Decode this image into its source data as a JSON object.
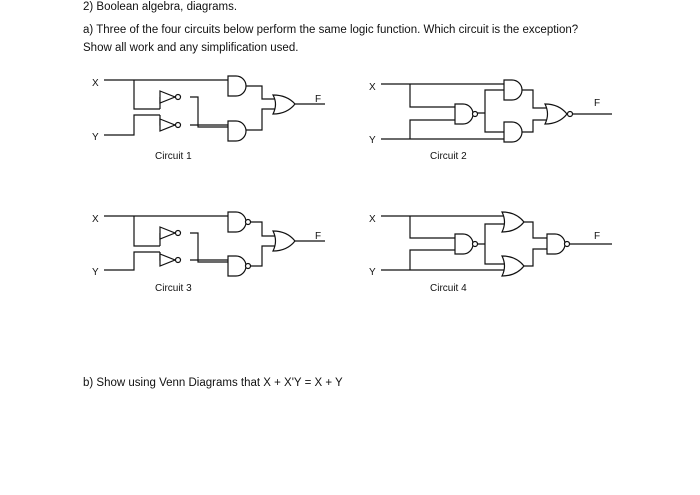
{
  "question": {
    "title": "2) Boolean algebra, diagrams.",
    "part_a_line1": "a) Three of the four circuits below perform the same logic function.  Which circuit is the exception?",
    "part_a_line2": "Show all work and any simplification used.",
    "part_b": "b) Show using Venn Diagrams that X + X'Y = X + Y"
  },
  "circuits": [
    {
      "label": "Circuit 1",
      "input_x": "X",
      "input_y": "Y",
      "output": "F"
    },
    {
      "label": "Circuit 2",
      "input_x": "X",
      "input_y": "Y",
      "output": "F"
    },
    {
      "label": "Circuit 3",
      "input_x": "X",
      "input_y": "Y",
      "output": "F"
    },
    {
      "label": "Circuit 4",
      "input_x": "X",
      "input_y": "Y",
      "output": "F"
    }
  ]
}
